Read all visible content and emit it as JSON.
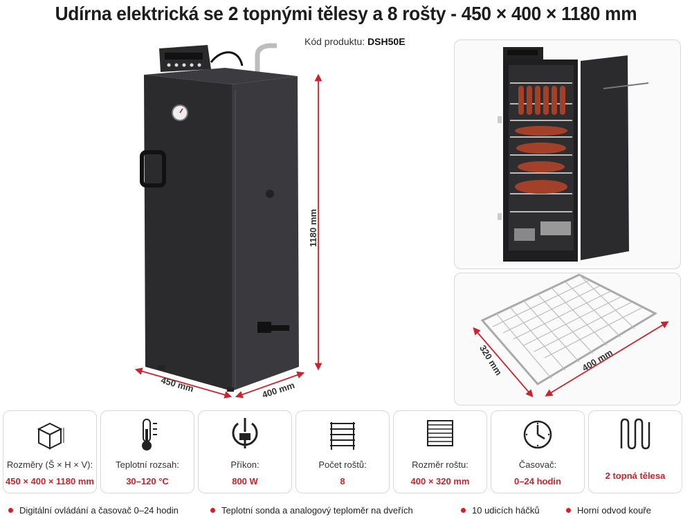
{
  "title": "Udírna elektrická se 2 topnými tělesy a 8 rošty - 450 × 400 × 1180 mm",
  "product_code": {
    "label": "Kód produktu:",
    "value": "DSH50E"
  },
  "dimensions": {
    "width": "450 mm",
    "depth": "400 mm",
    "height": "1180 mm"
  },
  "grate_dimensions": {
    "depth": "320 mm",
    "width": "400 mm"
  },
  "features": [
    {
      "icon": "cube-dimensions-icon",
      "label": "Rozměry (Š × H × V):",
      "value": "450 × 400 × 1180 mm"
    },
    {
      "icon": "thermometer-icon",
      "label": "Teplotní rozsah:",
      "value": "30–120 °C"
    },
    {
      "icon": "power-plug-icon",
      "label": "Příkon:",
      "value": "800 W"
    },
    {
      "icon": "grates-icon",
      "label": "Počet roštů:",
      "value": "8"
    },
    {
      "icon": "grate-size-icon",
      "label": "Rozměr roštu:",
      "value": "400 × 320 mm"
    },
    {
      "icon": "clock-icon",
      "label": "Časovač:",
      "value": "0–24 hodin"
    },
    {
      "icon": "heating-element-icon",
      "label": "",
      "value": "2 topná tělesa"
    }
  ],
  "bullets": [
    "Digitální ovládání a časovač 0–24 hodin",
    "Teplotní sonda a analogový teploměr na dveřích",
    "10 udicích háčků",
    "Horní odvod kouře"
  ],
  "colors": {
    "accent": "#d0212a",
    "cabinet": "#2b2b2e"
  }
}
